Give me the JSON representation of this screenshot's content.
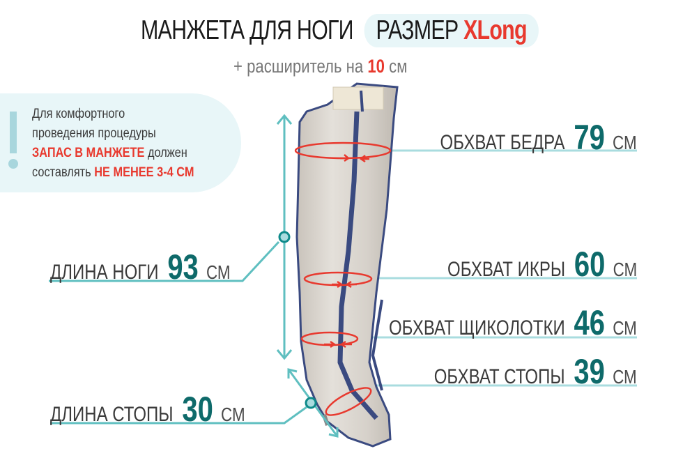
{
  "header": {
    "title": "МАНЖЕТА ДЛЯ НОГИ",
    "size_label": "РАЗМЕР",
    "size_value": "XLong",
    "subtitle_prefix": "+ расширитель на",
    "subtitle_value": "10",
    "subtitle_unit": "см"
  },
  "note": {
    "icon": "exclamation-icon",
    "line1": "Для комфортного",
    "line2": "проведения процедуры",
    "line3_highlight": "ЗАПАС В МАНЖЕТЕ",
    "line3_rest": " должен",
    "line4_prefix": "составлять ",
    "line4_highlight": "НЕ МЕНЕЕ 3-4 СМ"
  },
  "measurements": {
    "thigh": {
      "label": "ОБХВАТ БЕДРА",
      "value": "79",
      "unit": "СМ"
    },
    "calf": {
      "label": "ОБХВАТ ИКРЫ",
      "value": "60",
      "unit": "СМ"
    },
    "ankle": {
      "label": "ОБХВАТ ЩИКОЛОТКИ",
      "value": "46",
      "unit": "СМ"
    },
    "foot_girth": {
      "label": "ОБХВАТ СТОПЫ",
      "value": "39",
      "unit": "СМ"
    },
    "leg_length": {
      "label": "ДЛИНА НОГИ",
      "value": "93",
      "unit": "СМ"
    },
    "foot_length": {
      "label": "ДЛИНА СТОПЫ",
      "value": "30",
      "unit": "СМ"
    }
  },
  "colors": {
    "accent_red": "#e8392e",
    "value_teal": "#0e6a6a",
    "line_teal": "#5fbfc0",
    "pill_bg": "#e8f6f8",
    "cuff_fabric": "#d8d3cc",
    "cuff_zipper": "#3a4a80"
  }
}
